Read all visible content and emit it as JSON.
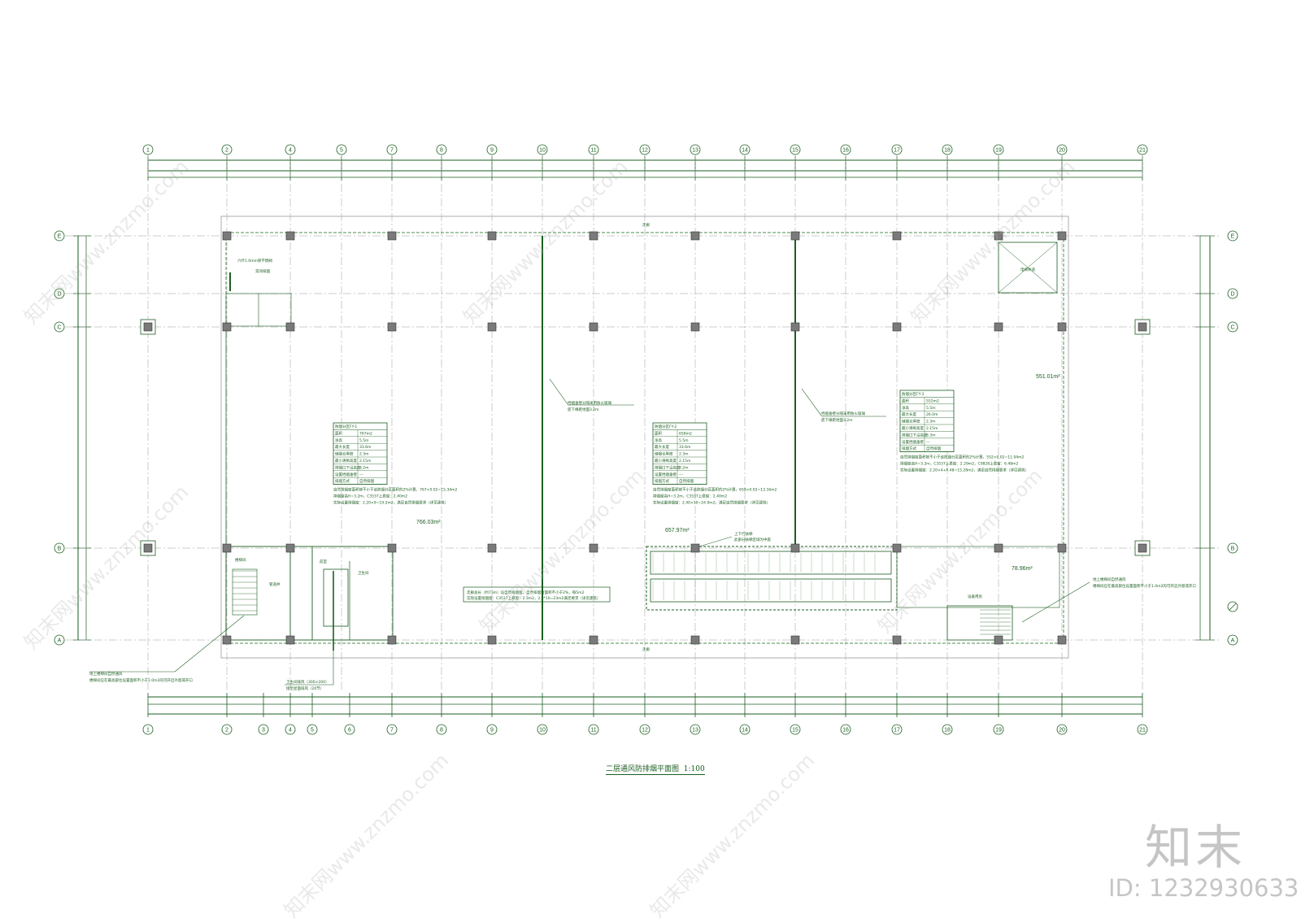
{
  "drawing": {
    "title": "二层通风防排烟平面图",
    "scale": "1:100"
  },
  "grid": {
    "top_axes": [
      "1",
      "2",
      "4",
      "5",
      "7",
      "8",
      "9",
      "10",
      "11",
      "12",
      "13",
      "14",
      "15",
      "16",
      "17",
      "18",
      "19",
      "20",
      "21"
    ],
    "bottom_axes": [
      "1",
      "2",
      "3",
      "4",
      "5",
      "6",
      "7",
      "8",
      "9",
      "10",
      "11",
      "12",
      "13",
      "14",
      "15",
      "16",
      "17",
      "18",
      "19",
      "20",
      "21"
    ],
    "rows": [
      "E",
      "D",
      "C",
      "B",
      "A"
    ]
  },
  "rooms": {
    "zone1_area": "766.03m²",
    "zone2_area": "657.97m²",
    "zone3_area": "551.01m²",
    "corner_area": "78.96m²"
  },
  "smoke_tables": [
    {
      "header": "防烟分区FY-1",
      "rows": [
        [
          "面积",
          "767m2"
        ],
        [
          "净高",
          "5.5m"
        ],
        [
          "最大长度",
          "33.6m"
        ],
        [
          "储烟仓厚度",
          "2.3m"
        ],
        [
          "最小清晰高度",
          "2.15m"
        ],
        [
          "排烟口下沿高度",
          "3.2m"
        ],
        [
          "设置挡烟垂壁",
          "---"
        ],
        [
          "排烟方式",
          "自然排烟"
        ]
      ],
      "notes": [
        "自然排烟窗面积按不小于该防烟分区面积的2%计算，767×0.02=15.34m2",
        "排烟窗高H=3.2m，C3537上悬窗：2.40m2",
        "实际设置排烟窗：2.20×9=19.2m2，满足自然排烟要求（详见建筑）"
      ]
    },
    {
      "header": "防烟分区FY-2",
      "rows": [
        [
          "面积",
          "658m2"
        ],
        [
          "净高",
          "5.5m"
        ],
        [
          "最大长度",
          "33.6m"
        ],
        [
          "储烟仓厚度",
          "2.3m"
        ],
        [
          "最小清晰高度",
          "2.15m"
        ],
        [
          "排烟口下沿高度",
          "3.2m"
        ],
        [
          "设置挡烟垂壁",
          "---"
        ],
        [
          "排烟方式",
          "自然排烟"
        ]
      ],
      "notes": [
        "自然排烟窗面积按不小于该防烟分区面积的2%计算，658×0.02=13.16m2",
        "排烟窗高H=3.2m，C3537上悬窗：2.40m2",
        "实际设置排烟窗：2.40×10=24.0m2，满足自然排烟要求（详见建筑）"
      ]
    },
    {
      "header": "防烟分区FY-3",
      "rows": [
        [
          "面积",
          "552m2"
        ],
        [
          "净高",
          "5.5m"
        ],
        [
          "最大长度",
          "26.0m"
        ],
        [
          "储烟仓厚度",
          "2.3m"
        ],
        [
          "最小清晰高度",
          "2.15m"
        ],
        [
          "排烟口下沿高度",
          "3.3m"
        ],
        [
          "设置挡烟垂壁",
          "---"
        ],
        [
          "排烟方式",
          "自然排烟"
        ]
      ],
      "notes": [
        "自然排烟窗面积按不小于该防烟分区面积的2%计算，552×0.02=11.04m2",
        "排烟窗高H=3.2m，C3537上悬窗：2.29m2，C0828上悬窗：6.48m2",
        "实际设置排烟窗：2.20×4+6.48=15.28m2，满足自然排烟要求（详见建筑）"
      ]
    }
  ],
  "notes": {
    "screen_wall": "挡烟垂壁分隔采用防火玻璃",
    "screen_wall_sub": "底下缘距地面3.2m",
    "screen_wall_2": "挡烟垂壁分隔采用防火玻璃",
    "screen_wall_2_sub": "底下缘距地面3.2m",
    "corridor": "走廊总长（约73m）设自然排烟窗，自然排烟窗面积不小于2%，每5m2",
    "corridor_sub": "实际设置排烟窗：C3537上悬窗：2.3m2，2.3*10=23m2满足要求（详见建筑）",
    "stair_left": "地上楼梯间自然通风",
    "stair_right": "地上楼梯间自然通风",
    "stair_ann": "楼梯间应在最高部位设置面积不小于1.0m2的可开启外窗或开口",
    "escalator": "上下行扶梯",
    "atrium_note": "此部分扶梯区域为中庭",
    "elevator": "电梯井道",
    "shaft": "管道井",
    "lobby": "前室",
    "toilet": "卫生间",
    "exhaust": "卫生间排风（300×200）",
    "exhaust_sub": "接至屋面排风（20节）",
    "vent_label": "六叶1.0mm厚不燃阀",
    "vent_label2": "常闭排烟",
    "stair_tag": "楼梯间",
    "lr_tag": "楼梯",
    "pipe_tag": "管道井",
    "wc_tag": "卫生间",
    "elev_label": "电梯",
    "elev_label2": "电梯",
    "corridor_top": "走廊",
    "corridor_bottom": "走廊",
    "room_right": "设备用房"
  },
  "watermark": {
    "logo": "知末",
    "id": "ID: 1232930633",
    "site": "知末网www.znzmo.com"
  }
}
